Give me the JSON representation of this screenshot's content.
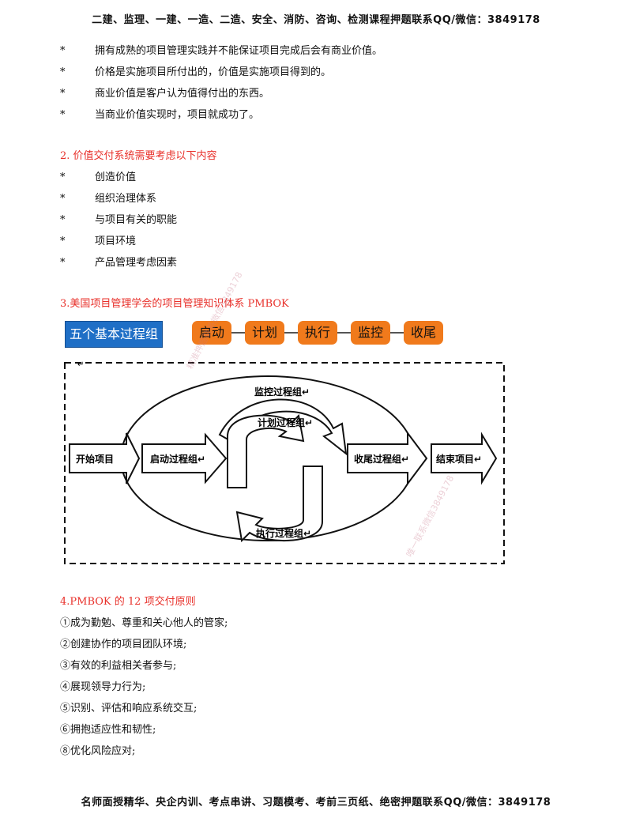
{
  "header": {
    "text": "二建、监理、一建、一造、二造、安全、消防、咨询、检测课程押题联系QQ/微信：3849178"
  },
  "section1": {
    "bullets": [
      "拥有成熟的项目管理实践并不能保证项目完成后会有商业价值。",
      "价格是实施项目所付出的，价值是实施项目得到的。",
      "商业价值是客户认为值得付出的东西。",
      "当商业价值实现时，项目就成功了。"
    ]
  },
  "section2": {
    "heading": "2. 价值交付系统需要考虑以下内容",
    "bullets": [
      "创造价值",
      "组织治理体系",
      "与项目有关的职能",
      "项目环境",
      "产品管理考虑因素"
    ]
  },
  "section3": {
    "heading": "3.美国项目管理学会的项目管理知识体系 PMBOK",
    "five_label": "五个基本过程组",
    "phases": [
      "启动",
      "计划",
      "执行",
      "监控",
      "收尾"
    ],
    "diagram": {
      "start": "开始项目",
      "initiate": "启动过程组↵",
      "monitor": "监控过程组↵",
      "plan": "计划过程组↵",
      "execute": "执行过程组↵",
      "close": "收尾过程组↵",
      "end": "结束项目↵",
      "corner_mark": "↵"
    }
  },
  "section4": {
    "heading": "4.PMBOK 的 12 项交付原则",
    "principles": [
      "①成为勤勉、尊重和关心他人的管家;",
      "②创建协作的项目团队环境;",
      "③有效的利益相关者参与;",
      "④展现领导力行为;",
      "⑤识别、评估和响应系统交互;",
      "⑥拥抱适应性和韧性;",
      "⑧优化风险应对;"
    ]
  },
  "watermarks": {
    "w1": "精准押题联系微信3849178",
    "w2": "唯一联系微信3849178"
  },
  "footer": {
    "text": "名师面授精华、央企内训、考点串讲、习题模考、考前三页纸、绝密押题联系QQ/微信：3849178"
  },
  "bullet_symbol": "*"
}
